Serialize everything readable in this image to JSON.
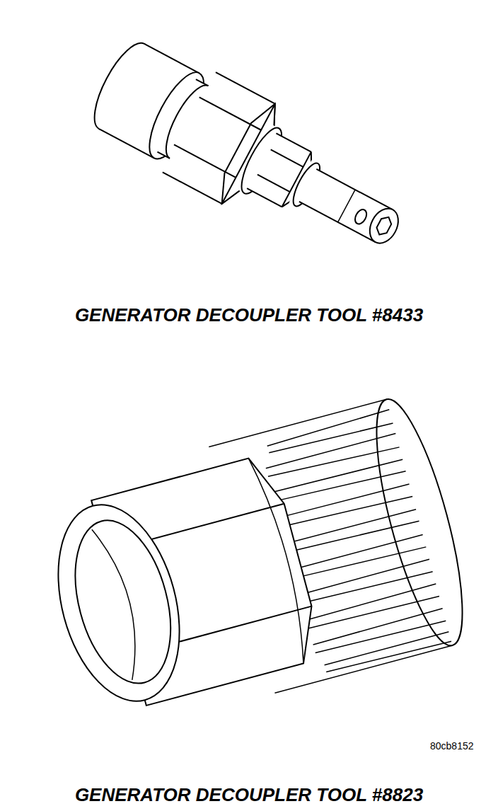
{
  "diagram": {
    "labels": [
      "GENERATOR DECOUPLER TOOL #8433",
      "80cb8152",
      "GENERATOR DECOUPLER TOOL #8823"
    ]
  }
}
